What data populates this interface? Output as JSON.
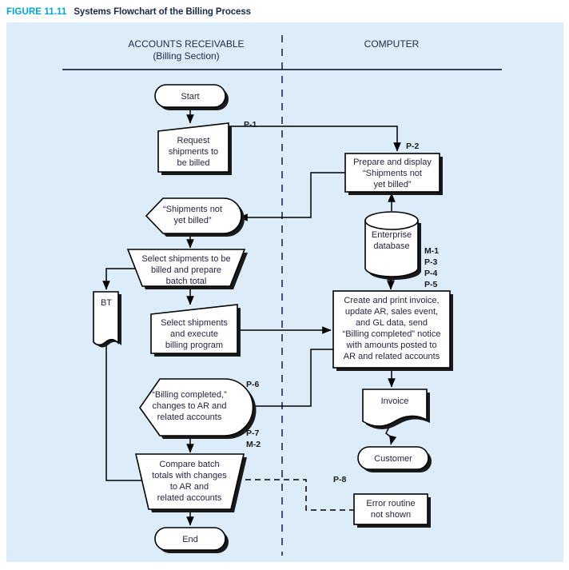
{
  "figure": {
    "label": "FIGURE 11.11",
    "title": "Systems Flowchart of the Billing Process",
    "label_color": "#00a6e2",
    "title_color": "#1b2a45",
    "panel_background": "#dcedf9",
    "shape_fill": "#ffffff",
    "line_color": "#000000"
  },
  "columns": [
    {
      "id": "accounts-receivable",
      "line1": "ACCOUNTS RECEIVABLE",
      "line2": "(Billing Section)"
    },
    {
      "id": "computer",
      "line1": "COMPUTER",
      "line2": ""
    }
  ],
  "nodes": {
    "start": {
      "label": "Start",
      "shape": "terminator"
    },
    "request_shipments": {
      "line1": "Request",
      "line2": "shipments to",
      "line3": "be billed",
      "shape": "manual-operation"
    },
    "prepare_display": {
      "line1": "Prepare and display",
      "line2": "“Shipments not",
      "line3": "yet billed”",
      "shape": "process"
    },
    "shipments_not_billed": {
      "line1": "“Shipments not",
      "line2": "yet billed”",
      "shape": "display"
    },
    "enterprise_database": {
      "line1": "Enterprise",
      "line2": "database",
      "shape": "database"
    },
    "select_shipments_batch": {
      "line1": "Select shipments to be",
      "line2": "billed and prepare",
      "line3": "batch total",
      "shape": "manual-process"
    },
    "batch_total_doc": {
      "label": "BT",
      "shape": "document"
    },
    "select_execute": {
      "line1": "Select shipments",
      "line2": "and execute",
      "line3": "billing program",
      "shape": "manual-operation"
    },
    "create_print_invoice": {
      "line1": "Create and print invoice,",
      "line2": "update AR, sales event,",
      "line3": "and GL data, send",
      "line4": "“Billing completed” notice",
      "line5": "with amounts posted to",
      "line6": "AR and related accounts",
      "shape": "process"
    },
    "billing_completed": {
      "line1": "“Billing completed,”",
      "line2": "changes to AR and",
      "line3": "related accounts",
      "shape": "display"
    },
    "compare_batch": {
      "line1": "Compare batch",
      "line2": "totals with changes",
      "line3": "to AR and",
      "line4": "related accounts",
      "shape": "manual-process"
    },
    "invoice": {
      "label": "Invoice",
      "shape": "document"
    },
    "customer": {
      "label": "Customer",
      "shape": "terminator"
    },
    "error_routine": {
      "line1": "Error routine",
      "line2": "not shown",
      "shape": "annotation"
    },
    "end": {
      "label": "End",
      "shape": "terminator"
    }
  },
  "connector_tags": [
    {
      "id": "p-1",
      "text": "P-1"
    },
    {
      "id": "p-2",
      "text": "P-2"
    },
    {
      "id": "m-1",
      "text": "M-1"
    },
    {
      "id": "p-3",
      "text": "P-3"
    },
    {
      "id": "p-4",
      "text": "P-4"
    },
    {
      "id": "p-5",
      "text": "P-5"
    },
    {
      "id": "p-6",
      "text": "P-6"
    },
    {
      "id": "p-7",
      "text": "P-7"
    },
    {
      "id": "m-2",
      "text": "M-2"
    },
    {
      "id": "p-8",
      "text": "P-8"
    }
  ]
}
